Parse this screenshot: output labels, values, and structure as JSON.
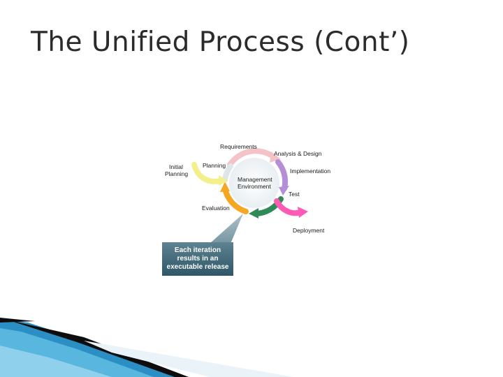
{
  "title": "The Unified Process (Cont’)",
  "diagram": {
    "labels": {
      "requirements": "Requirements",
      "analysis_design": "Analysis & Design",
      "implementation": "Implementation",
      "test": "Test",
      "deployment": "Deployment",
      "evaluation": "Evaluation",
      "planning": "Planning",
      "initial_planning_line1": "Initial",
      "initial_planning_line2": "Planning",
      "center_line1": "Management",
      "center_line2": "Environment"
    },
    "callout": {
      "line1": "Each iteration",
      "line2": "results in an",
      "line3": "executable release"
    },
    "colors": {
      "requirements_arc": "#f4c3c8",
      "analysis_arc": "#b58fd6",
      "test_arc": "#2e8b57",
      "evaluation_arc": "#f5a623",
      "initial_planning_arc": "#f3ef8a",
      "deployment_arc": "#ff5ab4",
      "callout_bg": "#3f6b7b"
    }
  }
}
